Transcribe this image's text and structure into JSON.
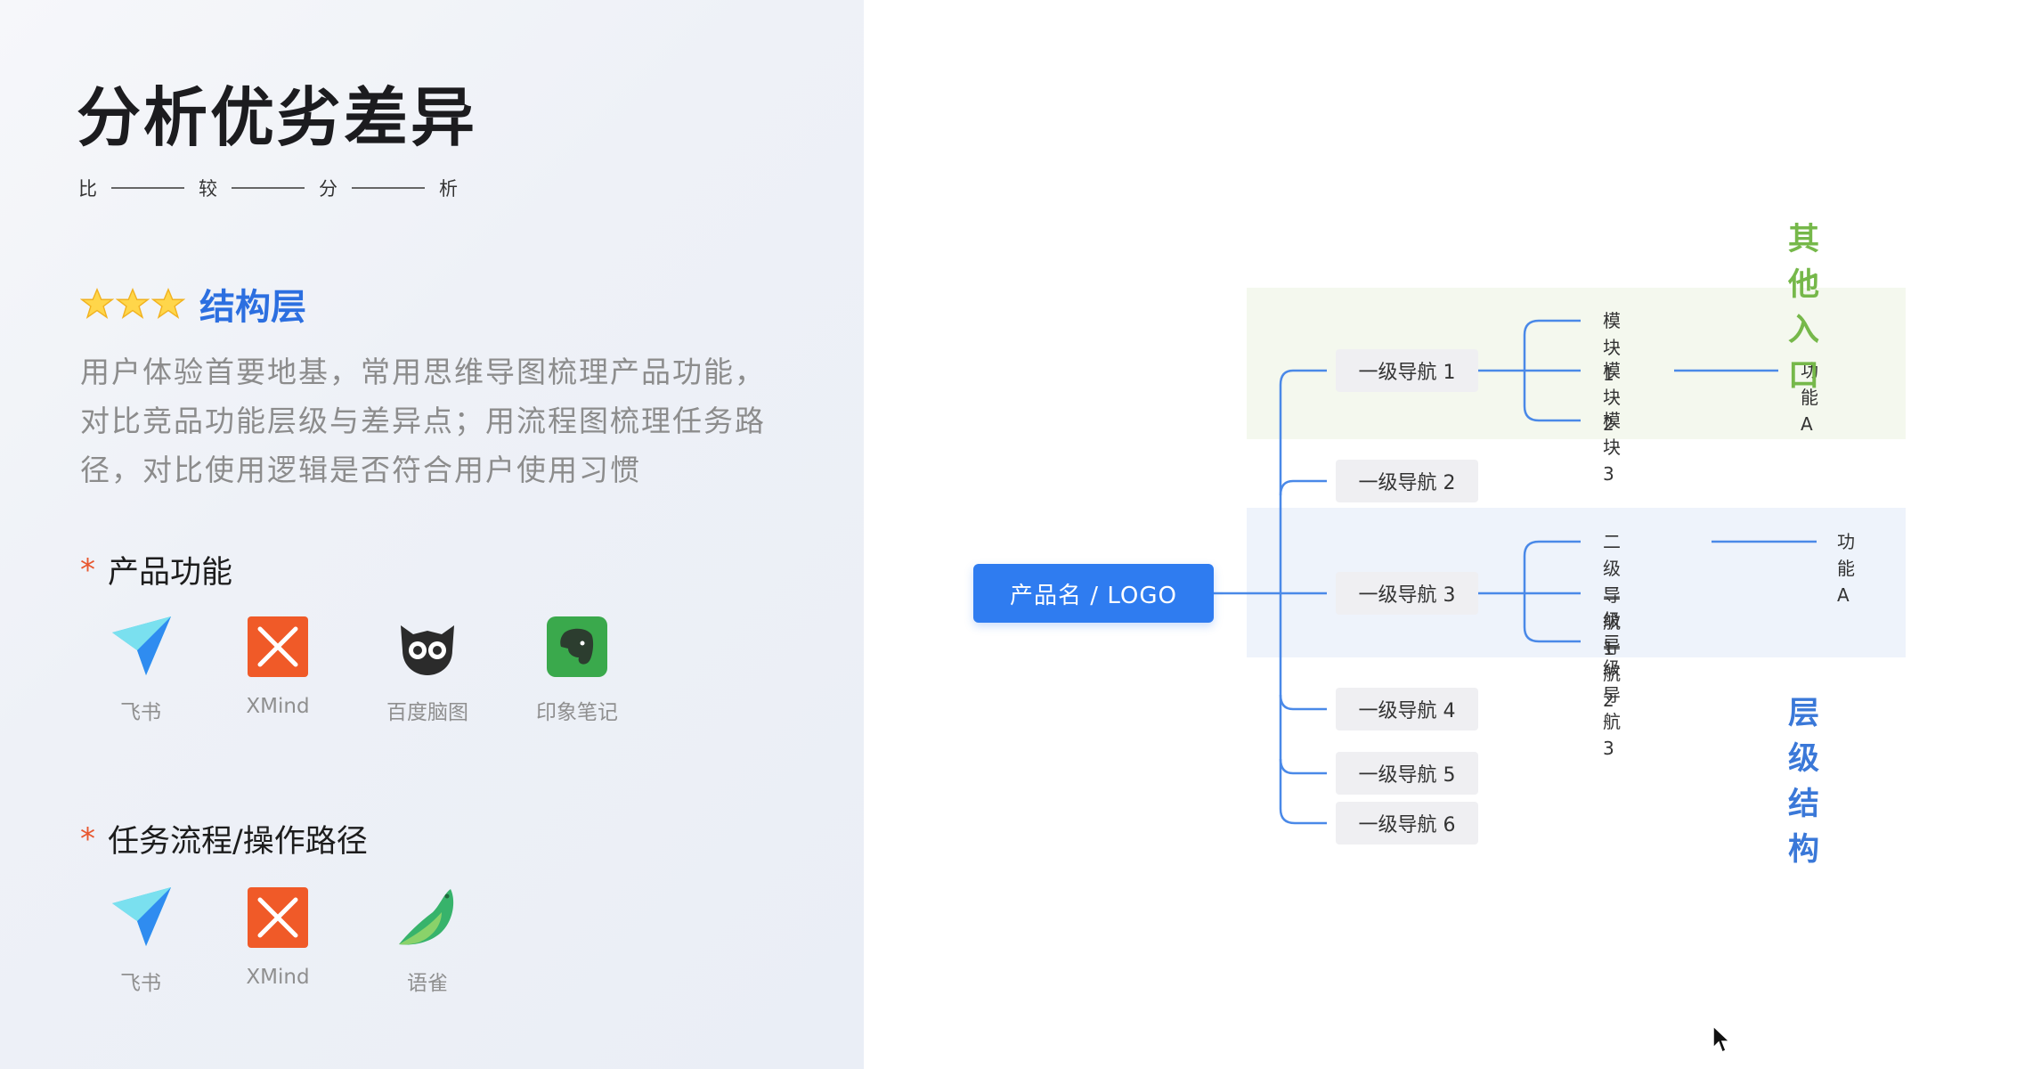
{
  "title": "分析优劣差异",
  "subtitle": [
    "比",
    "较",
    "分",
    "析"
  ],
  "section": {
    "label": "结构层",
    "stars": 3,
    "description": "用户体验首要地基，常用思维导图梳理产品功能，对比竞品功能层级与差异点；用流程图梳理任务路径，对比使用逻辑是否符合用户使用习惯"
  },
  "product_features": {
    "heading": "产品功能",
    "apps": [
      {
        "name": "飞书",
        "icon": "feishu-icon"
      },
      {
        "name": "XMind",
        "icon": "xmind-icon"
      },
      {
        "name": "百度脑图",
        "icon": "baidu-naotu-icon"
      },
      {
        "name": "印象笔记",
        "icon": "evernote-icon"
      }
    ]
  },
  "task_flow": {
    "heading": "任务流程/操作路径",
    "apps": [
      {
        "name": "飞书",
        "icon": "feishu-icon"
      },
      {
        "name": "XMind",
        "icon": "xmind-icon"
      },
      {
        "name": "语雀",
        "icon": "yuque-icon"
      }
    ]
  },
  "mindmap": {
    "root": "产品名 / LOGO",
    "nav": [
      "一级导航 1",
      "一级导航 2",
      "一级导航 3",
      "一级导航 4",
      "一级导航 5",
      "一级导航 6"
    ],
    "nav1_children": [
      "模块 1",
      "模块 2",
      "模块 3"
    ],
    "nav1_feature": "功能A",
    "nav3_children": [
      "二级导航 1",
      "二级导航 2",
      "二级导航 3"
    ],
    "nav3_feature": "功能A",
    "tag_top": "其他入口",
    "tag_bottom": "层级结构"
  },
  "colors": {
    "accent_blue": "#2f7cf0",
    "tag_green": "#76b84a",
    "tag_blue": "#3a78d8",
    "asterisk": "#e8572f"
  }
}
